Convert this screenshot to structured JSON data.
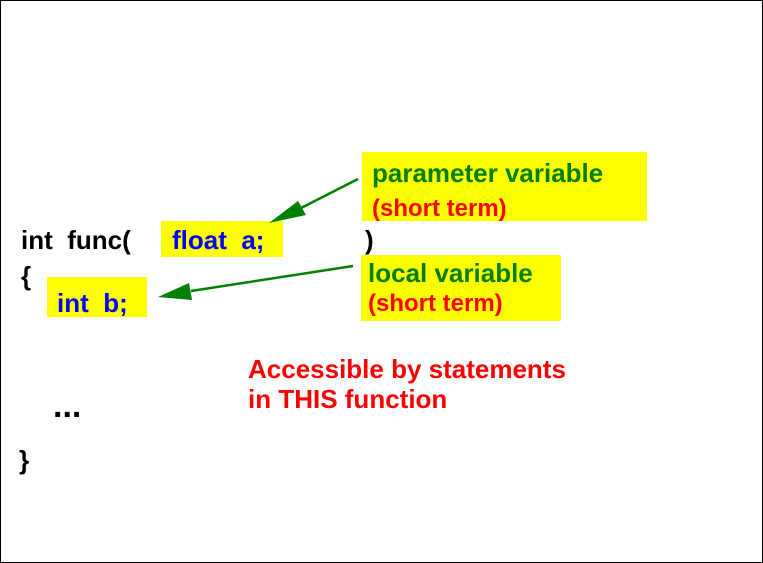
{
  "code": {
    "signature_prefix": "int  func(",
    "param": "float  a;",
    "close_paren": ")",
    "open_brace": "{",
    "local": "int  b;",
    "ellipsis": "...",
    "close_brace": "}"
  },
  "callouts": {
    "parameter": {
      "title": "parameter variable",
      "subtitle": "(short term)"
    },
    "local": {
      "title": "local variable",
      "subtitle": "(short term)"
    }
  },
  "note": {
    "line1": "Accessible by statements",
    "line2": "in THIS function"
  },
  "colors": {
    "highlight": "#ffff00",
    "code_keyword": "#0000ff",
    "label": "#008000",
    "emphasis": "#ff0000",
    "arrow": "#008000"
  }
}
